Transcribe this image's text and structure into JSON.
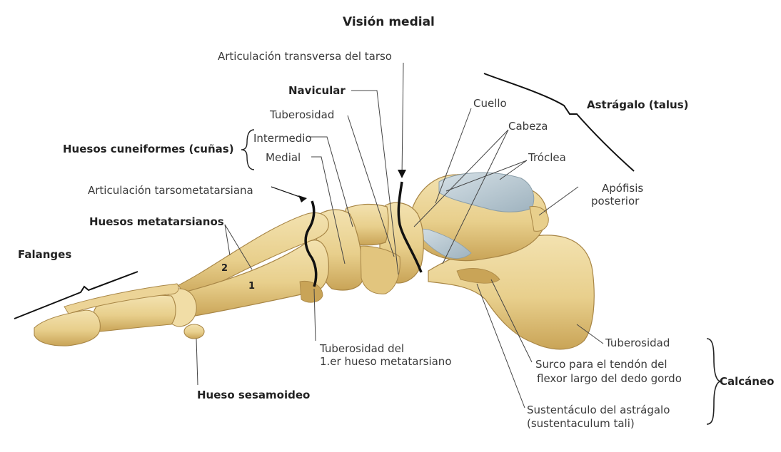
{
  "title": "Visión medial",
  "labels": {
    "articulacion_transversa": "Articulación transversa del tarso",
    "navicular": "Navicular",
    "tuberosidad_navicular": "Tuberosidad",
    "intermedio": "Intermedio",
    "medial": "Medial",
    "cuneiformes": "Huesos cuneiformes (cuñas)",
    "articulacion_tarsometatarsiana": "Articulación tarsometatarsiana",
    "metatarsianos": "Huesos metatarsianos",
    "falanges": "Falanges",
    "num_1": "1",
    "num_2": "2",
    "tuberosidad_metatarsiano_1": "Tuberosidad del",
    "tuberosidad_metatarsiano_2": "1.er hueso metatarsiano",
    "sesamoideo": "Hueso sesamoideo",
    "cuello": "Cuello",
    "cabeza": "Cabeza",
    "astragalo": "Astrágalo (talus)",
    "troclea": "Tróclea",
    "apofisis_1": "Apófisis",
    "apofisis_2": "posterior",
    "tuberosidad_calcaneo": "Tuberosidad",
    "surco_1": "Surco para el tendón del",
    "surco_2": "flexor largo del dedo gordo",
    "calcaneo": "Calcáneo",
    "sustentaculo_1": "Sustentáculo del astrágalo",
    "sustentaculo_2": "(sustentaculum tali)"
  },
  "colors": {
    "bone": "#e8cf8c",
    "bone_shadow": "#c9a457",
    "bone_light": "#f3e2b0",
    "cartilage": "#aebfc9",
    "joint_line": "#111111",
    "leader": "#444444"
  }
}
